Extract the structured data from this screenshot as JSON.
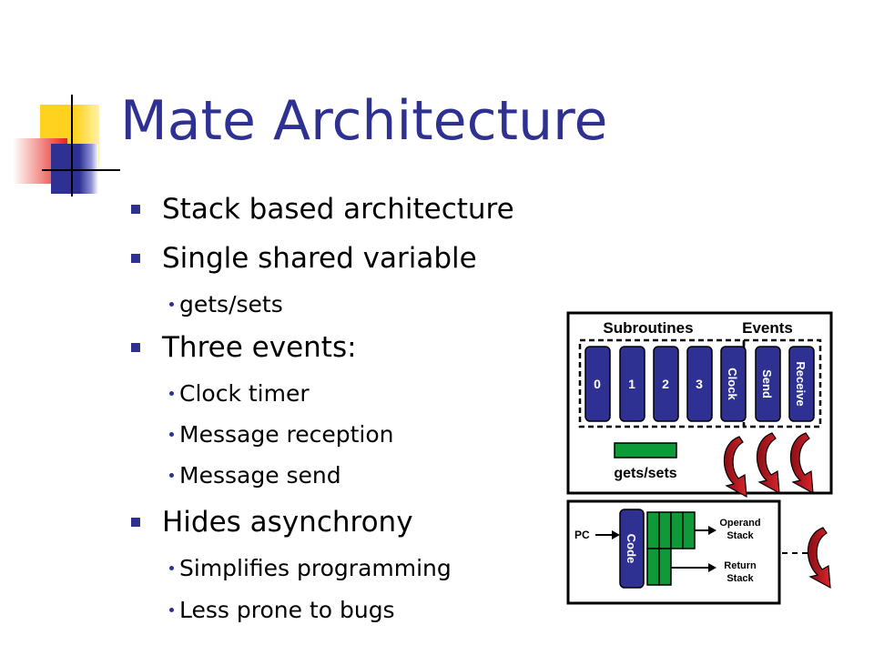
{
  "slide": {
    "title": "Mate Architecture",
    "bullets": [
      {
        "level": 1,
        "text": "Stack based architecture"
      },
      {
        "level": 1,
        "text": "Single shared variable"
      },
      {
        "level": 2,
        "text": "gets/sets"
      },
      {
        "level": 1,
        "text": "Three events:"
      },
      {
        "level": 2,
        "text": "Clock timer"
      },
      {
        "level": 2,
        "text": "Message reception"
      },
      {
        "level": 2,
        "text": "Message send"
      },
      {
        "level": 1,
        "text": "Hides asynchrony"
      },
      {
        "level": 2,
        "text": "Simplifies programming"
      },
      {
        "level": 2,
        "text": "Less prone to bugs"
      }
    ]
  },
  "diagram": {
    "subroutines_label": "Subroutines",
    "events_label": "Events",
    "subroutines": [
      "0",
      "1",
      "2",
      "3"
    ],
    "events": [
      "Clock",
      "Send",
      "Receive"
    ],
    "shared_var_label": "gets/sets",
    "pc_label": "PC",
    "code_label": "Code",
    "operand_stack_label": [
      "Operand",
      "Stack"
    ],
    "return_stack_label": [
      "Return",
      "Stack"
    ]
  },
  "colors": {
    "title": "#2e3192",
    "block_blue": "#2e3192",
    "stack_green": "#0f9a3a",
    "arrow_red": "#b5121b",
    "deco_yellow": "#ffd21f",
    "deco_red": "#e8221f",
    "deco_blue": "#2e3192"
  }
}
